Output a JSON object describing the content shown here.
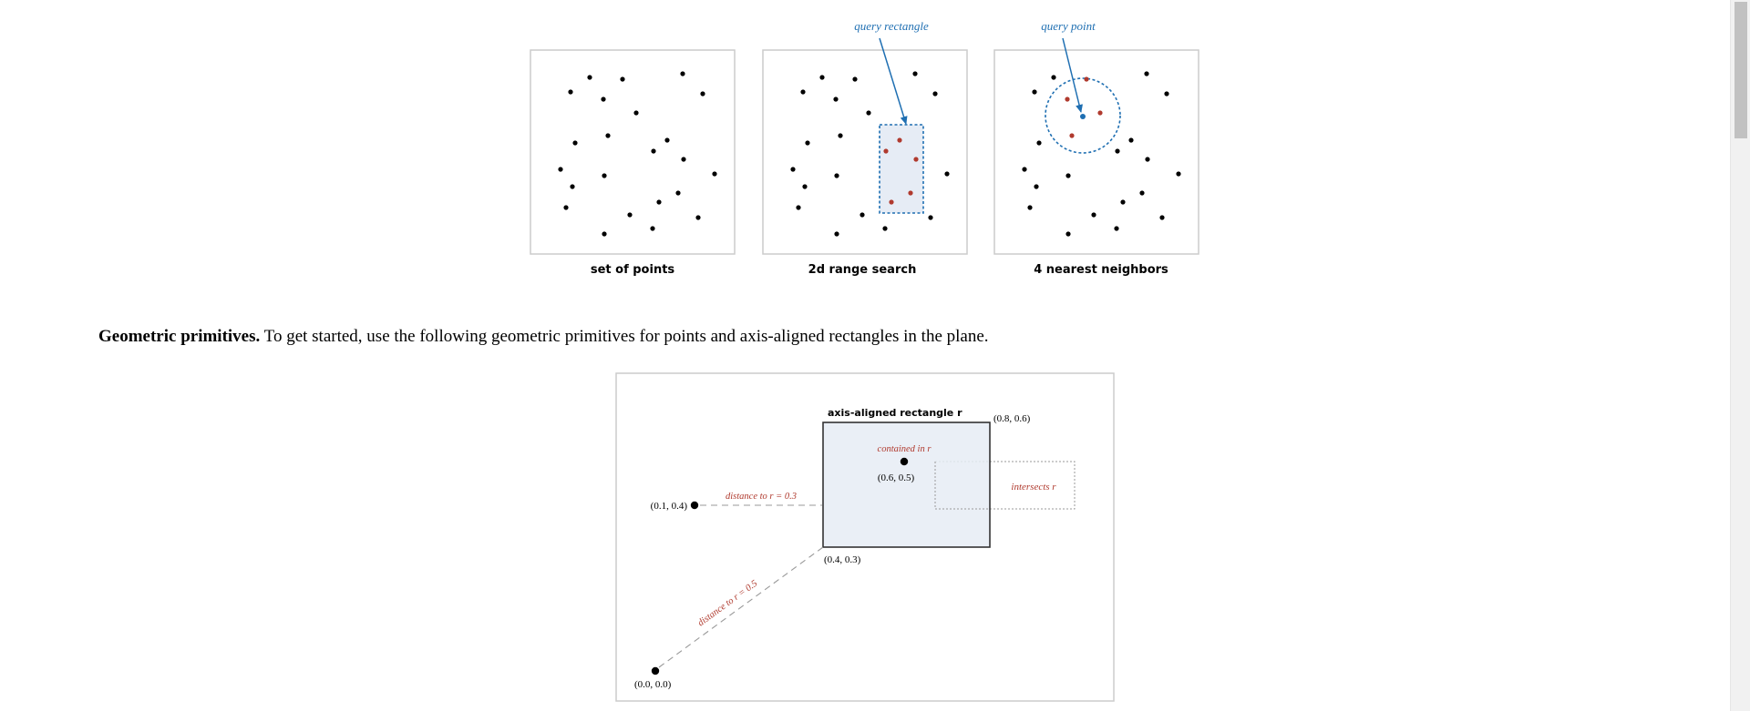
{
  "figure_top": {
    "panels": [
      {
        "caption": "set of points"
      },
      {
        "caption": "2d range search"
      },
      {
        "caption": "4 nearest neighbors"
      }
    ],
    "query_rectangle_label": "query rectangle",
    "query_point_label": "query point",
    "colors": {
      "point": "#000000",
      "highlight": "#b03a2e",
      "query": "#1f6fb2",
      "rect_fill": "#e6ecf5",
      "panel_border": "#cccccc"
    }
  },
  "intro": {
    "bold": "Geometric primitives.",
    "text": " To get started, use the following geometric primitives for points and axis-aligned rectangles in the plane."
  },
  "figure_primitives": {
    "rect_title": "axis-aligned rectangle r",
    "top_right_label": "(0.8, 0.6)",
    "bottom_left_label": "(0.4, 0.3)",
    "contained_label": "contained in r",
    "contained_point_label": "(0.6, 0.5)",
    "intersects_label": "intersects r",
    "left_point_label": "(0.1, 0.4)",
    "left_distance_label": "distance to r = 0.3",
    "origin_point_label": "(0.0, 0.0)",
    "diag_distance_label": "distance to r = 0.5",
    "colors": {
      "rect_fill": "#e6ecf5",
      "annotation": "#b03a2e",
      "dash": "#999999"
    }
  }
}
